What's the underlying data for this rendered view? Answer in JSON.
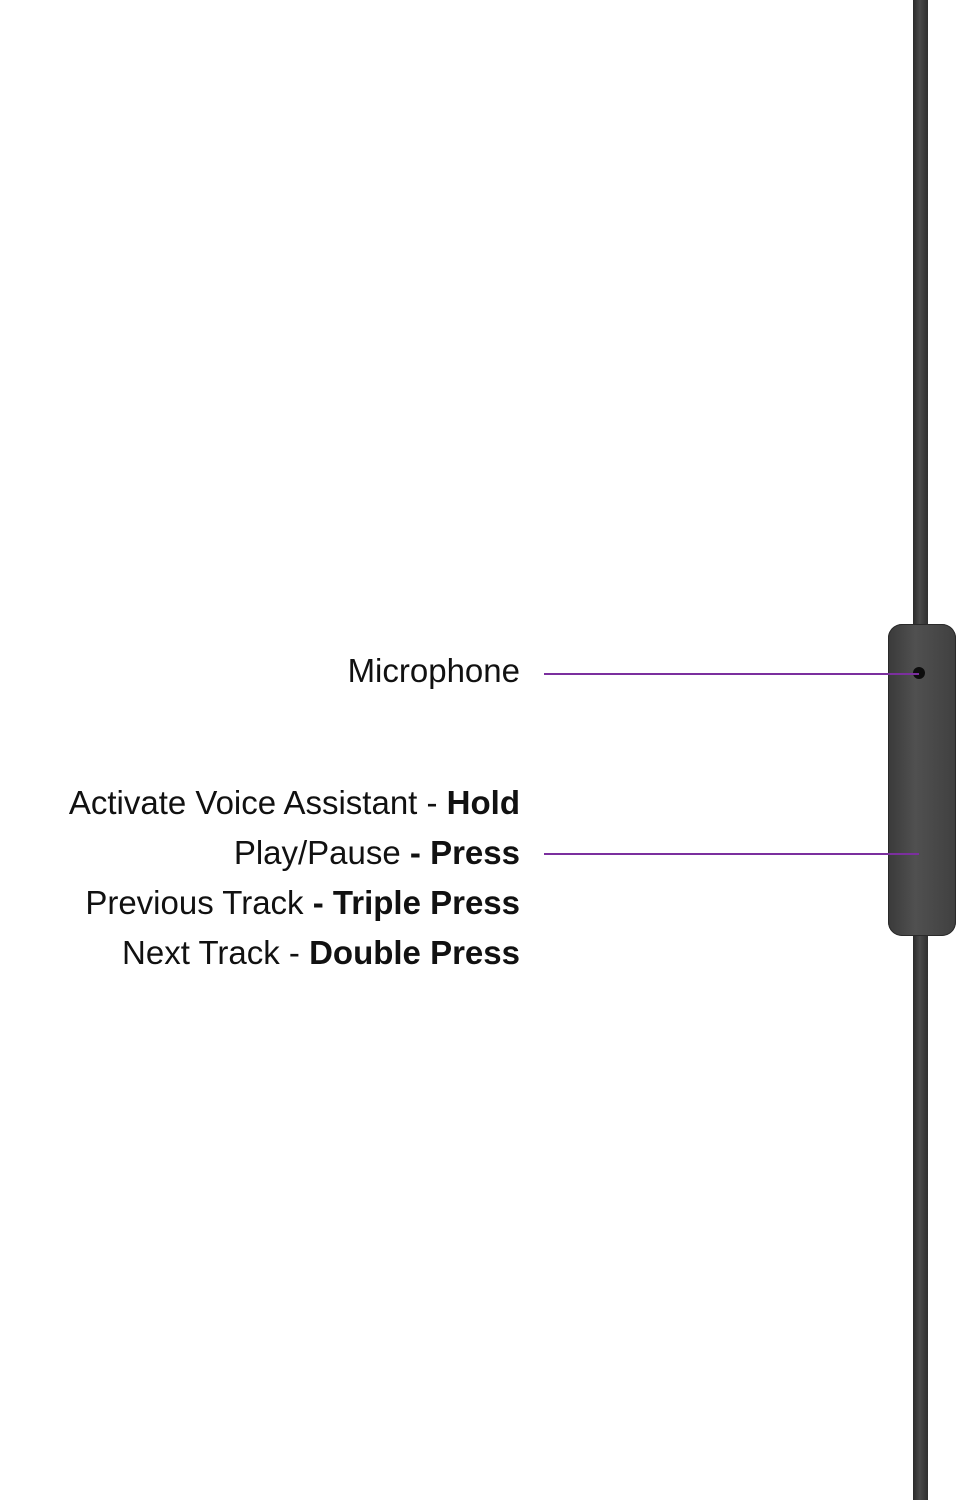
{
  "microphone": {
    "label": "Microphone"
  },
  "controls": [
    {
      "action": "Activate Voice Assistant",
      "separator": " - ",
      "gesture": "Hold"
    },
    {
      "action": "Play/Pause",
      "separator": " - ",
      "gesture": "Press"
    },
    {
      "action": "Previous Track",
      "separator": " - ",
      "gesture": "Triple Press"
    },
    {
      "action": "Next Track",
      "separator": " - ",
      "gesture": "Double Press"
    }
  ],
  "colors": {
    "leader_line": "#7b2f9e",
    "cable": "#3a3a3a",
    "text": "#111111",
    "background": "#ffffff"
  },
  "icons": [
    "earphone-cable",
    "inline-remote-control",
    "microphone-hole"
  ]
}
